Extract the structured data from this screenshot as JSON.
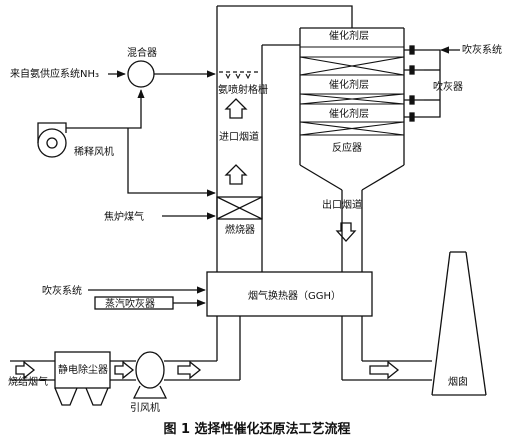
{
  "caption": "图 1   选择性催化还原法工艺流程",
  "labels": {
    "nh3_source": "来自氨供应系统NH₃",
    "mixer": "混合器",
    "dilution_fan": "稀释风机",
    "ammonia_grid": "氨喷射格栅",
    "inlet_duct": "进口烟道",
    "coke_gas": "焦炉煤气",
    "burner": "燃烧器",
    "catalyst_layer_1": "催化剂层",
    "catalyst_layer_2": "催化剂层",
    "catalyst_layer_3": "催化剂层",
    "reactor": "反应器",
    "outlet_duct": "出口烟道",
    "soot_system_right": "吹灰系统",
    "soot_blower_right": "吹灰器",
    "ggh": "烟气换热器（GGH）",
    "soot_system_left": "吹灰系统",
    "steam_soot_blower": "蒸汽吹灰器",
    "sinter_flue_gas": "烧结烟气",
    "esp": "静电除尘器",
    "induced_fan": "引风机",
    "chimney": "烟囱"
  }
}
